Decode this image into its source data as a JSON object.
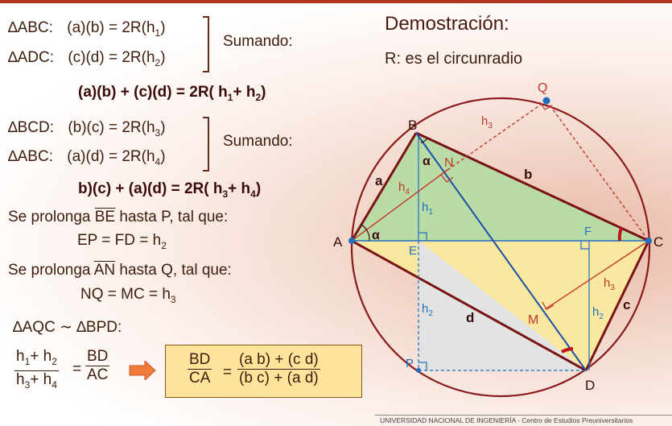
{
  "title": "Demostración:",
  "subtitle": "R: es el circunradio",
  "block1": {
    "row1": {
      "tri": "∆ABC:",
      "lhs": "(a)(b) = 2R(h",
      "sub": "1",
      "rhs": ")"
    },
    "row2": {
      "tri": "∆ADC:",
      "lhs": "(c)(d) = 2R(h",
      "sub": "2",
      "rhs": ")"
    },
    "sum_label": "Sumando:",
    "result": {
      "p1": "(a)(b) + (c)(d) = 2R( h",
      "s1": "1",
      "p2": "+ h",
      "s2": "2",
      "p3": ")"
    }
  },
  "block2": {
    "row1": {
      "tri": "∆BCD:",
      "lhs": "(b)(c) = 2R(h",
      "sub": "3",
      "rhs": ")"
    },
    "row2": {
      "tri": "∆ABC:",
      "lhs": "(a)(d) = 2R(h",
      "sub": "4",
      "rhs": ")"
    },
    "sum_label": "Sumando:",
    "result": {
      "p1": "b)(c) + (a)(d) = 2R( h",
      "s1": "3",
      "p2": "+ h",
      "s2": "4",
      "p3": ")"
    }
  },
  "extend1": {
    "pre": "Se prolonga ",
    "seg": "BE",
    "post": " hasta P, tal que:",
    "eq": "EP = FD = h",
    "sub": "2"
  },
  "extend2": {
    "pre": "Se prolonga ",
    "seg": "AN",
    "post": " hasta Q, tal que:",
    "eq": "NQ = MC = h",
    "sub": "3"
  },
  "similarity": "∆AQC ∼ ∆BPD:",
  "ratio": {
    "num": {
      "h": "h",
      "s1": "1",
      "plus": "+ h",
      "s2": "2"
    },
    "den": {
      "h": "h",
      "s1": "3",
      "plus": "+ h",
      "s2": "4"
    },
    "eq": "=",
    "num2": "BD",
    "den2": "AC"
  },
  "final": {
    "num": "BD",
    "den": "CA",
    "eq": "=",
    "rnum": "(a b) + (c d)",
    "rden": "(b c) + (a d)"
  },
  "figure": {
    "points": {
      "A": "A",
      "B": "B",
      "C": "C",
      "D": "D",
      "E": "E",
      "F": "F",
      "M": "M",
      "N": "N",
      "P": "P",
      "Q": "Q"
    },
    "sides": {
      "a": "a",
      "b": "b",
      "c": "c",
      "d": "d"
    },
    "heights": {
      "h1": "h",
      "h1s": "1",
      "h2": "h",
      "h2s": "2",
      "h2b": "h",
      "h2bs": "2",
      "h3": "h",
      "h3s": "3",
      "h3b": "h",
      "h3bs": "3",
      "h4": "h",
      "h4s": "4"
    },
    "angle": "α"
  },
  "footer": "UNIVERSIDAD NACIONAL DE INGENIERÍA  - Centro de Estudios Preuniversitarios",
  "colors": {
    "accent": "#b2361f",
    "box": "#fde49a",
    "green": "#b9dca6",
    "yellow": "#fbe8a0",
    "gray": "#e3e3e3",
    "circle": "#8b1a1a",
    "blue": "#1f6fbf"
  }
}
